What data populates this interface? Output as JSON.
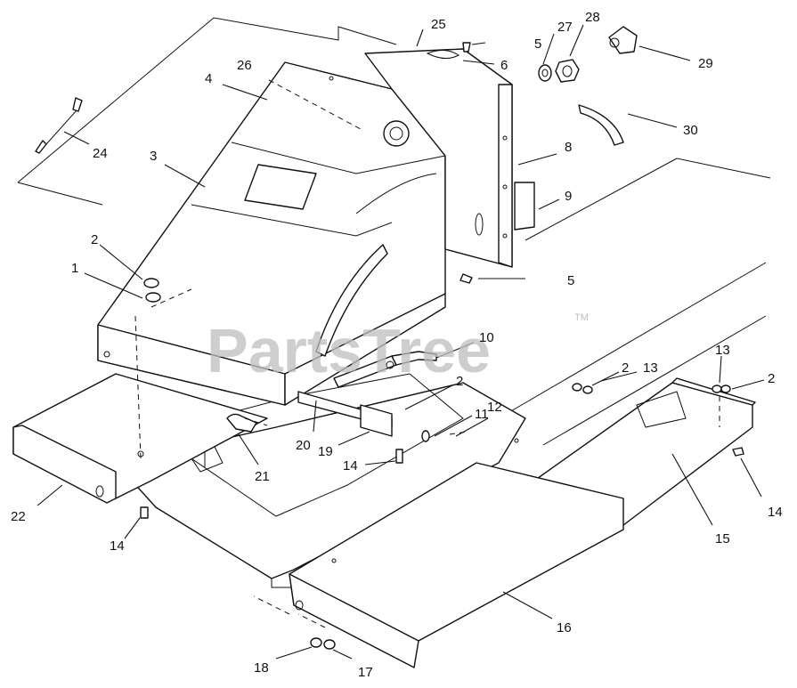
{
  "watermark": {
    "text": "PartsTree",
    "trademark": "TM"
  },
  "callouts": [
    {
      "id": "c1",
      "text": "1"
    },
    {
      "id": "c2a",
      "text": "2"
    },
    {
      "id": "c2b",
      "text": "2"
    },
    {
      "id": "c2c",
      "text": "2"
    },
    {
      "id": "c2d",
      "text": "2"
    },
    {
      "id": "c3",
      "text": "3"
    },
    {
      "id": "c4",
      "text": "4"
    },
    {
      "id": "c5a",
      "text": "5"
    },
    {
      "id": "c5b",
      "text": "5"
    },
    {
      "id": "c6",
      "text": "6"
    },
    {
      "id": "c8",
      "text": "8"
    },
    {
      "id": "c9",
      "text": "9"
    },
    {
      "id": "c10",
      "text": "10"
    },
    {
      "id": "c11",
      "text": "11"
    },
    {
      "id": "c12",
      "text": "12"
    },
    {
      "id": "c13a",
      "text": "13"
    },
    {
      "id": "c13b",
      "text": "13"
    },
    {
      "id": "c14a",
      "text": "14"
    },
    {
      "id": "c14b",
      "text": "14"
    },
    {
      "id": "c14c",
      "text": "14"
    },
    {
      "id": "c15",
      "text": "15"
    },
    {
      "id": "c16",
      "text": "16"
    },
    {
      "id": "c17",
      "text": "17"
    },
    {
      "id": "c18",
      "text": "18"
    },
    {
      "id": "c19",
      "text": "19"
    },
    {
      "id": "c20",
      "text": "20"
    },
    {
      "id": "c21",
      "text": "21"
    },
    {
      "id": "c22",
      "text": "22"
    },
    {
      "id": "c24",
      "text": "24"
    },
    {
      "id": "c25",
      "text": "25"
    },
    {
      "id": "c26",
      "text": "26"
    },
    {
      "id": "c27",
      "text": "27"
    },
    {
      "id": "c28",
      "text": "28"
    },
    {
      "id": "c29",
      "text": "29"
    },
    {
      "id": "c30",
      "text": "30"
    }
  ]
}
